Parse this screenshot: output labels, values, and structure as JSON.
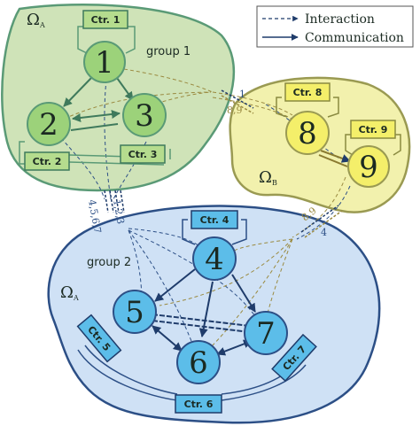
{
  "colors": {
    "green_region": "#cfe3b8",
    "green_edge": "#5a9a76",
    "green_node": "#9cd27a",
    "yellow_region": "#f2f1ad",
    "yellow_edge": "#9a9a52",
    "yellow_node": "#f4ef6a",
    "blue_region": "#cfe1f5",
    "blue_edge": "#2c4f86",
    "blue_node": "#5cbde9"
  },
  "legend": {
    "interaction": "Interaction",
    "communication": "Communication"
  },
  "regions": {
    "a_top": {
      "omega": "Ω",
      "sub": "A",
      "group": "group 1"
    },
    "b": {
      "omega": "Ω",
      "sub": "B"
    },
    "a_bottom": {
      "omega": "Ω",
      "sub": "A",
      "group": "group 2"
    }
  },
  "nodes": [
    "1",
    "2",
    "3",
    "4",
    "5",
    "6",
    "7",
    "8",
    "9"
  ],
  "controllers": [
    "Ctr. 1",
    "Ctr. 2",
    "Ctr. 3",
    "Ctr. 4",
    "Ctr. 5",
    "Ctr. 6",
    "Ctr. 7",
    "Ctr. 8",
    "Ctr. 9"
  ],
  "links": {
    "l1": "1",
    "l89_top": "8,9",
    "l123": "1,2,3",
    "l4567": "4,5,6,7",
    "l89_bottom": "8,9",
    "l4": "4"
  }
}
